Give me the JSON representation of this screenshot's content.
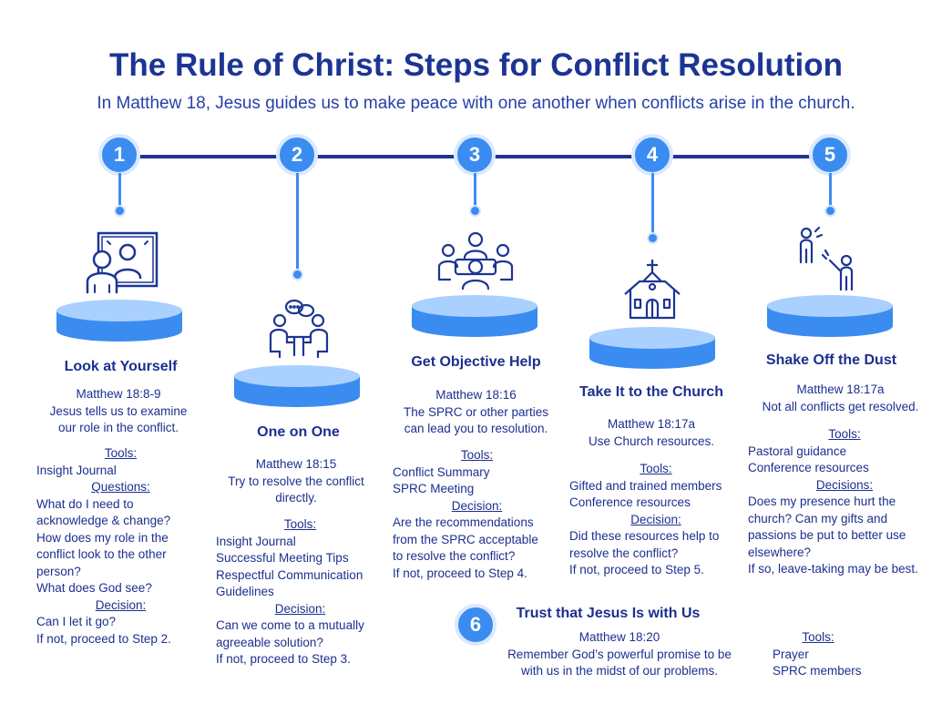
{
  "title": "The Rule of Christ: Steps for Conflict Resolution",
  "subtitle": "In Matthew 18, Jesus guides us to make peace with one another when conflicts arise in the church.",
  "colors": {
    "navy": "#1c3594",
    "accent": "#3b8cf0",
    "disk": "#8ec0ff"
  },
  "steps": [
    {
      "num": "1",
      "icon": "mirror-self-reflection-icon",
      "title": "Look at Yourself",
      "verse": "Matthew 18:8-9",
      "desc": [
        "Jesus tells us to examine",
        "our role in the conflict."
      ],
      "tools_label": "Tools:",
      "tools": [
        "Insight Journal"
      ],
      "questions_label": "Questions:",
      "questions": [
        "What do I need to",
        "acknowledge & change?",
        "How does my role in the",
        "conflict look to the other",
        "person?",
        "What does God see?"
      ],
      "decision_label": "Decision:",
      "decision": [
        "Can I let it go?",
        "If not, proceed to Step 2."
      ]
    },
    {
      "num": "2",
      "icon": "two-people-talking-icon",
      "title": "One on One",
      "verse": "Matthew 18:15",
      "desc": [
        "Try to resolve the conflict",
        "directly."
      ],
      "tools_label": "Tools:",
      "tools": [
        "Insight Journal",
        "Successful Meeting Tips",
        "Respectful Communication",
        "Guidelines"
      ],
      "decision_label": "Decision:",
      "decision": [
        "Can we come to a mutually",
        "agreeable solution?",
        "If not, proceed to Step 3."
      ]
    },
    {
      "num": "3",
      "icon": "group-meeting-icon",
      "title": "Get Objective Help",
      "verse": "Matthew 18:16",
      "desc": [
        "The SPRC or other parties",
        "can lead you to resolution."
      ],
      "tools_label": "Tools:",
      "tools": [
        "Conflict Summary",
        "SPRC Meeting"
      ],
      "decision_label": "Decision:",
      "decision": [
        "Are the recommendations",
        "from the SPRC acceptable",
        "to resolve the conflict?",
        "If not, proceed to Step 4."
      ]
    },
    {
      "num": "4",
      "icon": "church-icon",
      "title": "Take It to the Church",
      "verse": "Matthew 18:17a",
      "desc": [
        "Use Church resources."
      ],
      "tools_label": "Tools:",
      "tools": [
        "Gifted and trained members",
        "Conference resources"
      ],
      "decision_label": "Decision:",
      "decision": [
        "Did these resources help to",
        "resolve the conflict?",
        "If not, proceed to Step 5."
      ]
    },
    {
      "num": "5",
      "icon": "waving-people-icon",
      "title": "Shake Off the Dust",
      "verse": "Matthew 18:17a",
      "desc": [
        "Not all conflicts get resolved."
      ],
      "tools_label": "Tools:",
      "tools": [
        "Pastoral guidance",
        "Conference resources"
      ],
      "decision_label": "Decisions:",
      "decision": [
        "Does my presence hurt the",
        "church? Can my gifts and",
        "passions be put to better use",
        "elsewhere?",
        "If so, leave-taking may be best."
      ]
    }
  ],
  "step6": {
    "num": "6",
    "title": "Trust that Jesus Is with Us",
    "verse": "Matthew 18:20",
    "desc": [
      "Remember God’s powerful promise to be",
      "with us in the midst of our problems."
    ],
    "tools_label": "Tools:",
    "tools": [
      "Prayer",
      "SPRC members"
    ]
  }
}
